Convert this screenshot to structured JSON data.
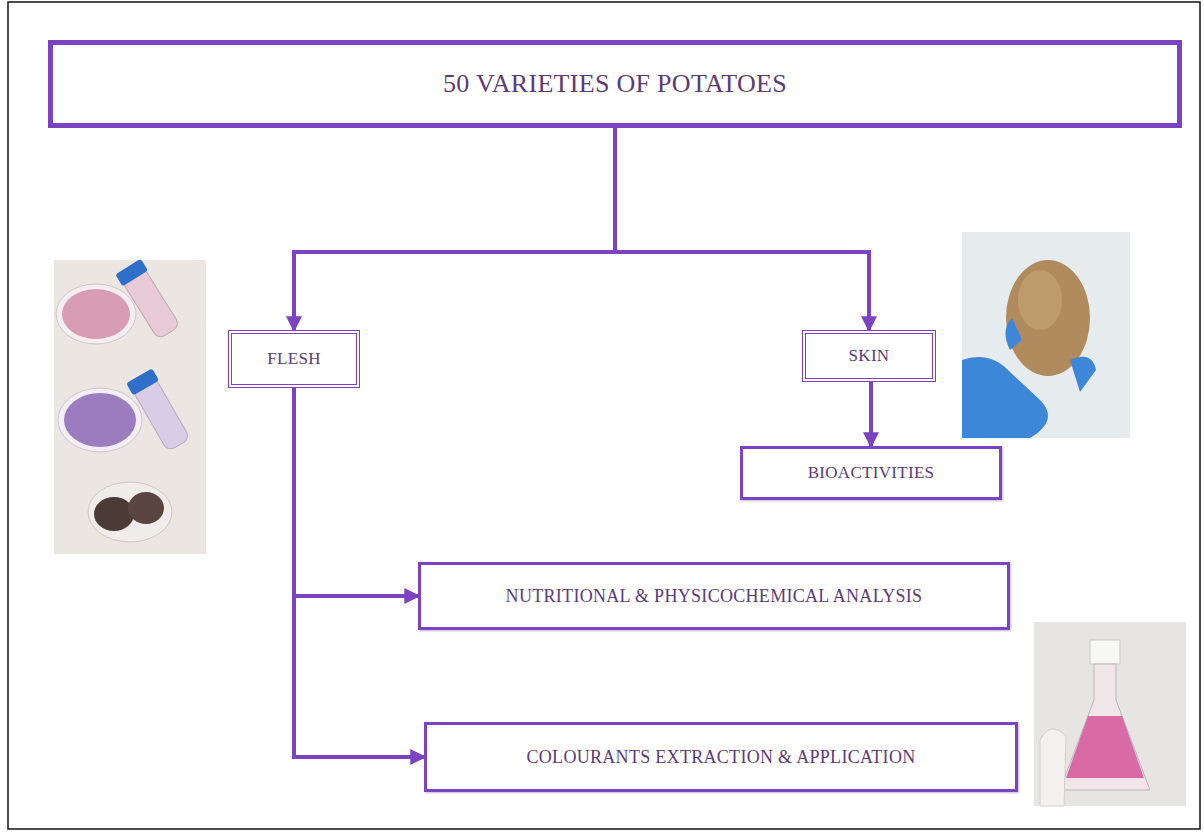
{
  "diagram": {
    "nodes": [
      {
        "text": [
          "50 VARIETIES OF POTATOES"
        ]
      },
      {
        "text": [
          "FLESH"
        ]
      },
      {
        "text": [
          "SKIN"
        ]
      },
      {
        "text": [
          "BIOACTIVITIES"
        ]
      },
      {
        "text": [
          "NUTRITIONAL & PHYSICOCHEMICAL ANALYSIS"
        ]
      },
      {
        "text": [
          "COLOURANTS EXTRACTION & APPLICATION"
        ]
      }
    ],
    "edges": [
      {
        "from": 0,
        "to": 1,
        "arrow": "to"
      },
      {
        "from": 0,
        "to": 2,
        "arrow": "to"
      },
      {
        "from": 2,
        "to": 3,
        "arrow": "to"
      },
      {
        "from": 1,
        "to": 4,
        "arrow": "to"
      },
      {
        "from": 1,
        "to": 5,
        "arrow": "to"
      }
    ]
  }
}
